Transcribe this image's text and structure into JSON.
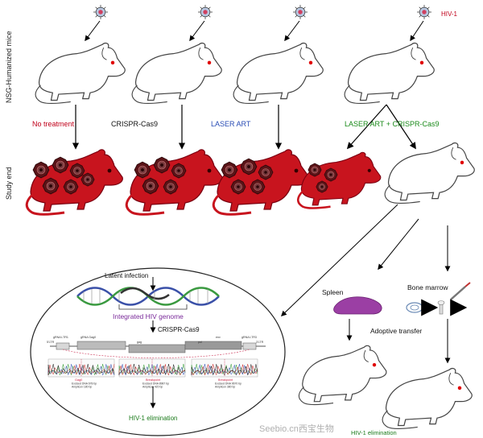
{
  "rows": {
    "top_label": "NSG-Humanized mice",
    "bottom_label": "Study end"
  },
  "virus_label": "HIV-1",
  "conditions": [
    {
      "label": "No treatment",
      "color": "#c0001a"
    },
    {
      "label": "CRISPR-Cas9",
      "color": "#111111"
    },
    {
      "label": "LASER ART",
      "color": "#2a4db5"
    },
    {
      "label": "LASER ART + CRISPR-Cas9",
      "color": "#1a8a1a"
    }
  ],
  "inset": {
    "latent": "Latent infection",
    "genome": "Integrated HIV genome",
    "crispr": "CRISPR-Cas9",
    "elimination": "HIV-1 elimination",
    "track_labels": [
      "5'LTR",
      "gRNA LTR1",
      "gRNA Gag0",
      "gag",
      "pol",
      "env",
      "gRNA LTR3",
      "3'LTR"
    ],
    "panel_texts": [
      {
        "title": "Gag0",
        "l1": "Excised DNA 678 bp",
        "l2": "Amplicon 180 bp"
      },
      {
        "title": "Breakpoint",
        "l1": "Excised DNA 8987 bp",
        "l2": "Amplicon 420 bp"
      },
      {
        "title": "Breakpoint",
        "l1": "Excised DNA 9670 bp",
        "l2": "Amplicon 380 bp"
      }
    ]
  },
  "transfer": {
    "spleen": "Spleen",
    "bone_marrow": "Bone marrow",
    "adoptive": "Adoptive transfer",
    "final": "HIV-1 elimination"
  },
  "watermark": "Seebio.cn西宝生物",
  "colors": {
    "infected": "#c8141e",
    "lesion": "#5a1418",
    "spleen": "#9b3fa4",
    "arrow": "#000000"
  }
}
